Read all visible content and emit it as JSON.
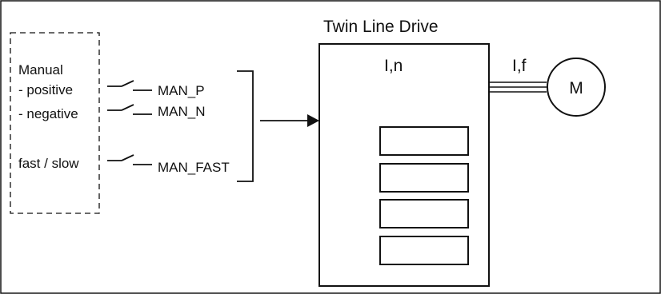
{
  "control_panel": {
    "heading": "Manual",
    "positive_label": "- positive",
    "negative_label": "- negative",
    "speed_label": "fast / slow"
  },
  "signals": {
    "man_p": "MAN_P",
    "man_n": "MAN_N",
    "man_fast": "MAN_FAST"
  },
  "drive": {
    "title": "Twin Line Drive",
    "internal_label": "I,n"
  },
  "output": {
    "label": "I,f"
  },
  "motor": {
    "label": "M"
  }
}
